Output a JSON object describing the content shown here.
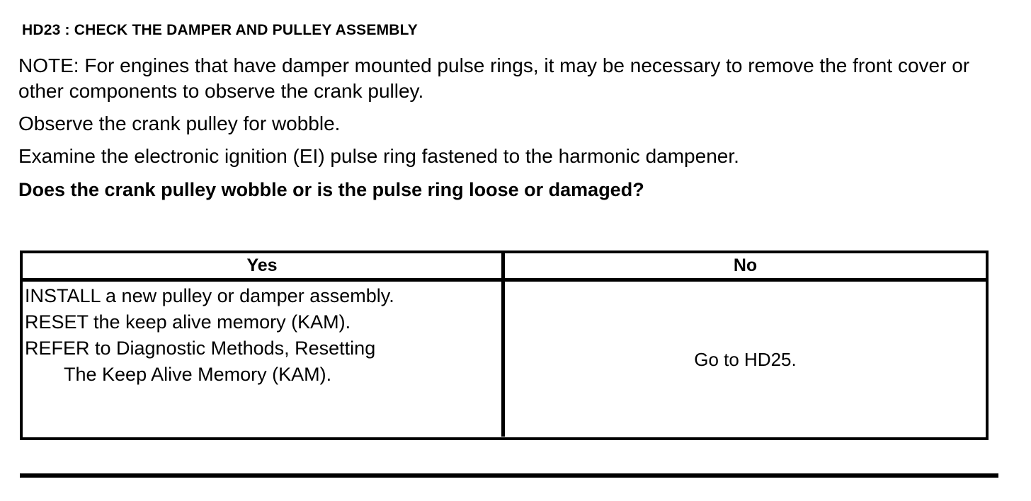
{
  "document": {
    "step_title": "HD23 : CHECK THE DAMPER AND PULLEY ASSEMBLY",
    "paragraphs": [
      "NOTE: For engines that have damper mounted pulse rings, it may be necessary to remove the front cover or other components to observe the crank pulley.",
      "Observe the crank pulley for wobble.",
      "Examine the electronic ignition (EI) pulse ring fastened to the harmonic dampener."
    ],
    "question": "Does the crank pulley wobble or is the pulse ring loose or damaged?"
  },
  "decision_table": {
    "columns": [
      {
        "header": "Yes"
      },
      {
        "header": "No"
      }
    ],
    "yes_actions": [
      {
        "line": "INSTALL a new pulley or damper assembly.",
        "continuation": ""
      },
      {
        "line": "RESET the keep alive memory (KAM).",
        "continuation": ""
      },
      {
        "line": "REFER to Diagnostic Methods, Resetting",
        "continuation": "The Keep Alive Memory (KAM)."
      }
    ],
    "no_action": "Go to HD25."
  },
  "colors": {
    "ink": "#000000",
    "paper": "#ffffff"
  }
}
